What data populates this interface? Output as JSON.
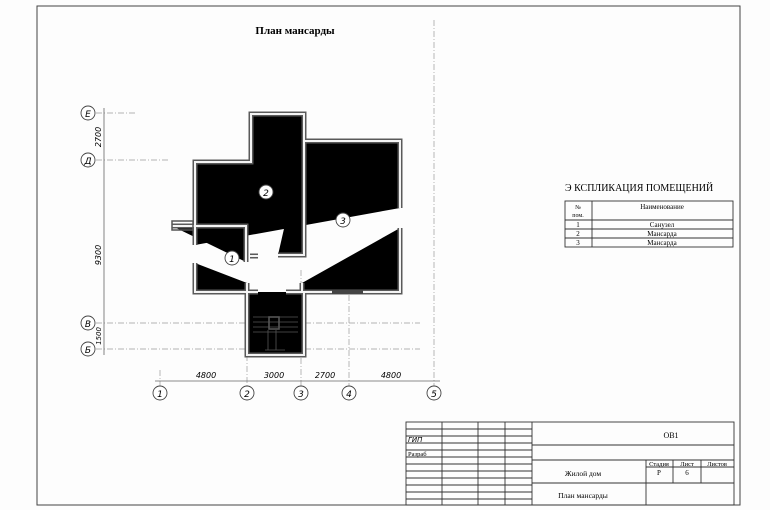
{
  "title": "План мансарды",
  "axes": {
    "rows": [
      "Е",
      "Д",
      "В",
      "Б"
    ],
    "columns": [
      "1",
      "2",
      "3",
      "4",
      "5"
    ],
    "row_dims": [
      "2700",
      "9300",
      "1500"
    ],
    "column_dims": [
      "4800",
      "3000",
      "2700",
      "4800"
    ]
  },
  "rooms": [
    "1",
    "2",
    "3"
  ],
  "explication": {
    "title": "Э КСПЛИКАЦИЯ  ПОМЕЩЕНИЙ",
    "header_num": "№",
    "header_num2": "пом.",
    "header_name": "Наименование",
    "rows": [
      {
        "num": "1",
        "name": "Санузел"
      },
      {
        "num": "2",
        "name": "Мансарда"
      },
      {
        "num": "3",
        "name": "Мансарда"
      }
    ]
  },
  "title_block": {
    "code": "ОВ1",
    "gip": "ГИП",
    "razrab": "Разраб",
    "project": "Жилой дом",
    "sheet_title": "План мансарды",
    "stage_label": "Стадия",
    "sheet_label": "Лист",
    "sheets_label": "Листов",
    "stage": "Р",
    "sheet": "6"
  }
}
